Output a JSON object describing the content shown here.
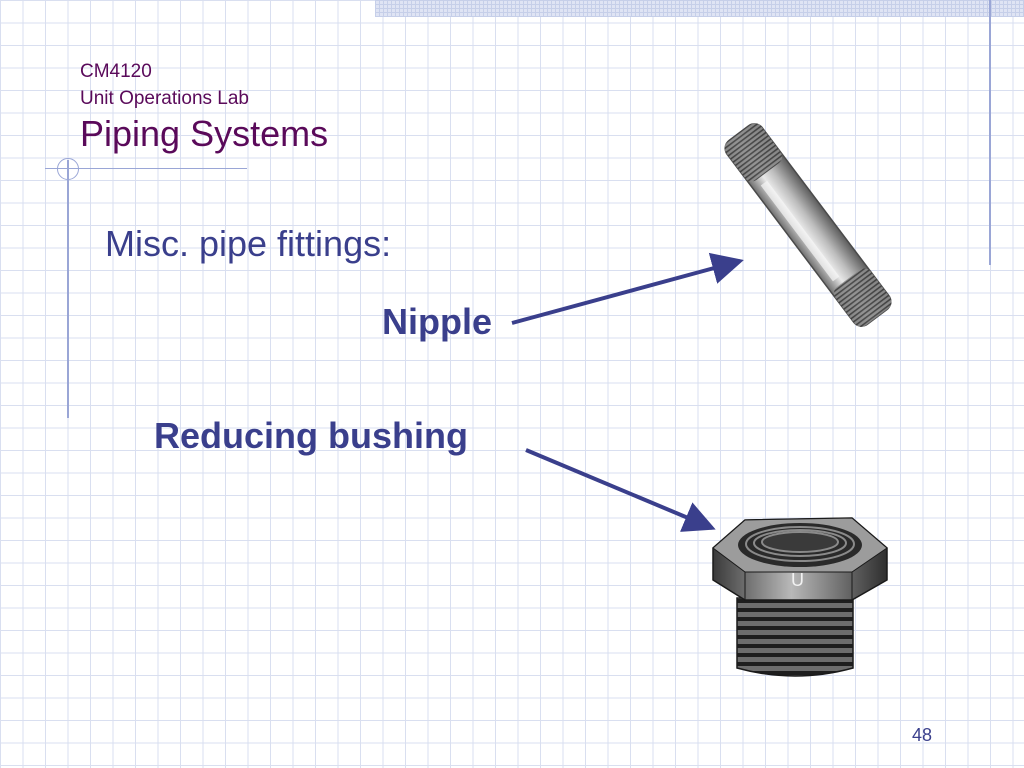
{
  "slide": {
    "course_code": "CM4120",
    "course_name": "Unit Operations Lab",
    "title": "Piping Systems",
    "subheading": "Misc. pipe fittings:",
    "labels": {
      "nipple": "Nipple",
      "reducing_bushing": "Reducing bushing"
    },
    "bushing_mark": "U",
    "page_number": "48"
  },
  "colors": {
    "title": "#5a0a5a",
    "body_text": "#3a3f8c",
    "arrow": "#3a3f8c",
    "grid": "#d9dff0",
    "accent_line": "#9aa6d6"
  },
  "icons": [
    "pipe-nipple-icon",
    "reducing-bushing-icon",
    "arrow-icon"
  ]
}
